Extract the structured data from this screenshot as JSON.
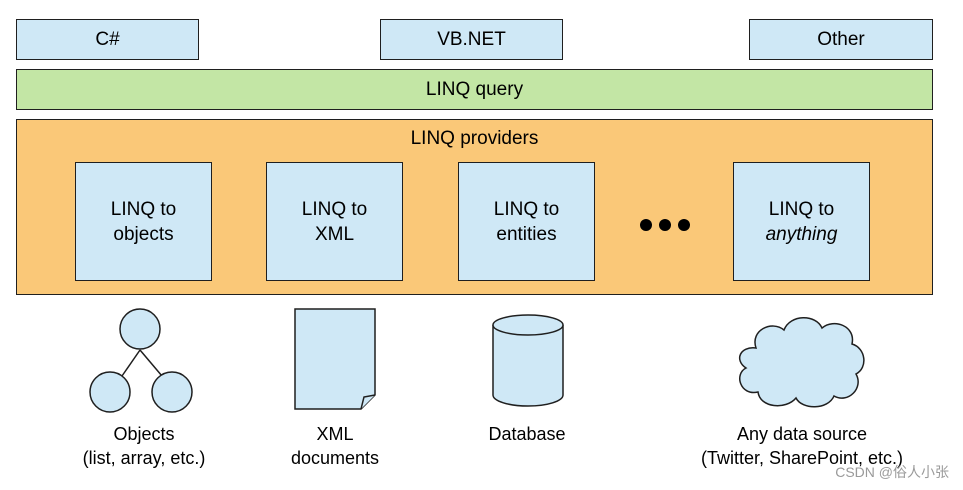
{
  "languages": [
    {
      "label": "C#"
    },
    {
      "label": "VB.NET"
    },
    {
      "label": "Other"
    }
  ],
  "query": {
    "label": "LINQ query"
  },
  "providers": {
    "title": "LINQ providers",
    "items": [
      {
        "line1": "LINQ to",
        "line2": "objects"
      },
      {
        "line1": "LINQ to",
        "line2": "XML"
      },
      {
        "line1": "LINQ to",
        "line2": "entities"
      },
      {
        "line1": "LINQ to",
        "line2": "anything"
      }
    ]
  },
  "sources": [
    {
      "icon": "tree-icon",
      "line1": "Objects",
      "line2": "(list, array, etc.)"
    },
    {
      "icon": "document-icon",
      "line1": "XML",
      "line2": "documents"
    },
    {
      "icon": "database-icon",
      "line1": "Database",
      "line2": ""
    },
    {
      "icon": "cloud-icon",
      "line1": "Any data source",
      "line2": "(Twitter, SharePoint, etc.)"
    }
  ],
  "watermark": "CSDN @俗人小张",
  "colors": {
    "blue_box": "#cfe8f6",
    "green_bar": "#c3e6a5",
    "orange_panel": "#fac878"
  }
}
